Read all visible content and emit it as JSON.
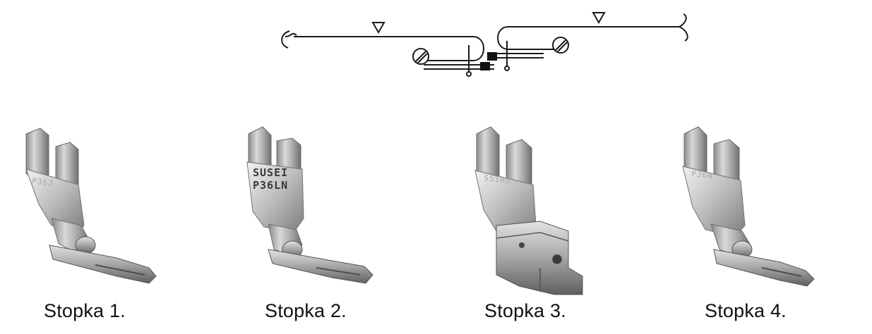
{
  "feet": [
    {
      "caption": "Stopka 1.",
      "stamp": ""
    },
    {
      "caption": "Stopka 2.",
      "stamp": "SUSEI",
      "stamp2": "P36LN"
    },
    {
      "caption": "Stopka 3.",
      "stamp": ""
    },
    {
      "caption": "Stopka 4.",
      "stamp": ""
    }
  ],
  "colors": {
    "metal_light": "#d6d6d6",
    "metal_mid": "#a9a9a9",
    "metal_dark": "#6e6e6e",
    "line": "#1a1a1a"
  }
}
